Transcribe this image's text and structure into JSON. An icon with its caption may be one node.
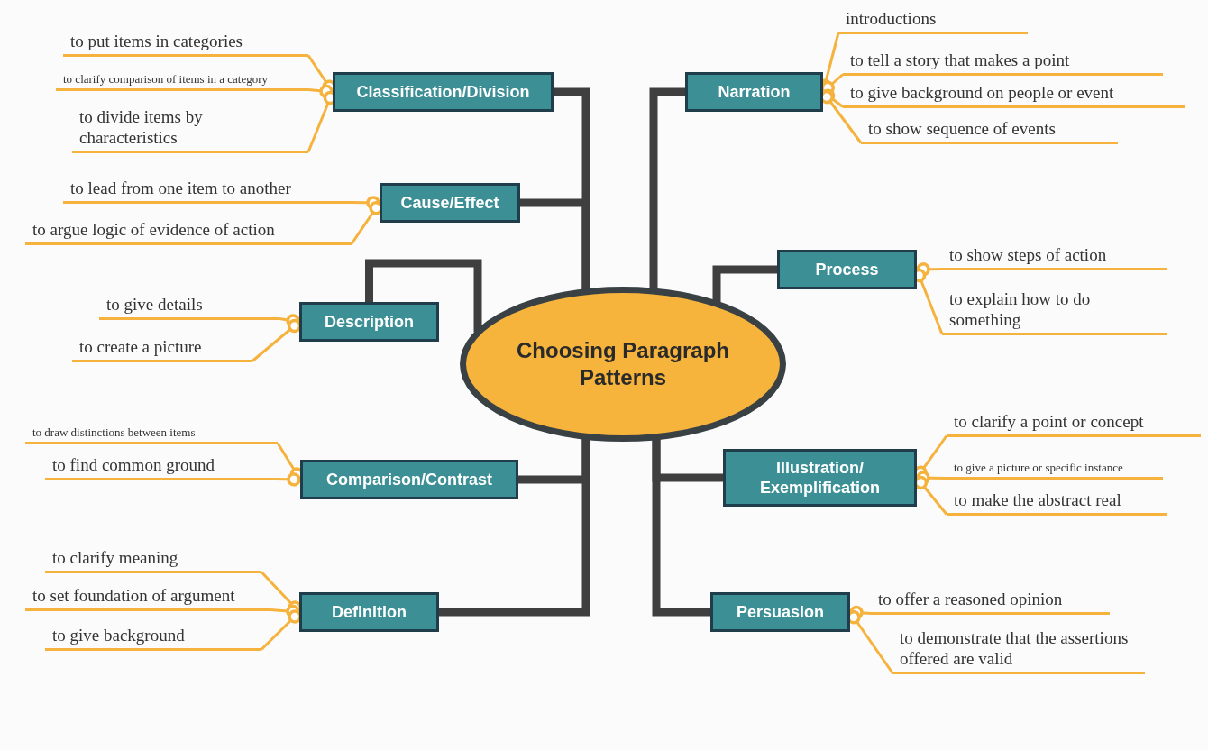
{
  "diagram": {
    "nodes": [
      {
        "text": [
          "Choosing Paragraph Patterns"
        ]
      },
      {
        "text": [
          "Classification/Division"
        ]
      },
      {
        "text": [
          "to put items in categories"
        ]
      },
      {
        "text": [
          "to clarify comparison of items in a category"
        ]
      },
      {
        "text": [
          "to divide items by characteristics"
        ]
      },
      {
        "text": [
          "Narration"
        ]
      },
      {
        "text": [
          "introductions"
        ]
      },
      {
        "text": [
          "to tell a story that makes a point"
        ]
      },
      {
        "text": [
          "to give background on people or event"
        ]
      },
      {
        "text": [
          "to show sequence of events"
        ]
      },
      {
        "text": [
          "Cause/Effect"
        ]
      },
      {
        "text": [
          "to lead from one item to another"
        ]
      },
      {
        "text": [
          "to argue logic of evidence of action"
        ]
      },
      {
        "text": [
          "Process"
        ]
      },
      {
        "text": [
          "to show steps of action"
        ]
      },
      {
        "text": [
          "to explain how to do something"
        ]
      },
      {
        "text": [
          "Description"
        ]
      },
      {
        "text": [
          "to give details"
        ]
      },
      {
        "text": [
          "to create a picture"
        ]
      },
      {
        "text": [
          "Comparison/Contrast"
        ]
      },
      {
        "text": [
          "to draw distinctions between items"
        ]
      },
      {
        "text": [
          "to find common ground"
        ]
      },
      {
        "text": [
          "Illustration/ Exemplification"
        ]
      },
      {
        "text": [
          "to clarify a point or concept"
        ]
      },
      {
        "text": [
          "to give a picture or specific instance"
        ]
      },
      {
        "text": [
          "to make the abstract real"
        ]
      },
      {
        "text": [
          "Definition"
        ]
      },
      {
        "text": [
          "to clarify meaning"
        ]
      },
      {
        "text": [
          "to set foundation of argument"
        ]
      },
      {
        "text": [
          "to give background"
        ]
      },
      {
        "text": [
          "Persuasion"
        ]
      },
      {
        "text": [
          "to offer a reasoned opinion"
        ]
      },
      {
        "text": [
          "to demonstrate that the assertions offered are valid"
        ]
      }
    ],
    "edges": [
      {
        "from": 0,
        "to": 1,
        "arrow": "none",
        "style": "thick",
        "color": "#3f3f3f"
      },
      {
        "from": 0,
        "to": 5,
        "arrow": "none",
        "style": "thick",
        "color": "#3f3f3f"
      },
      {
        "from": 0,
        "to": 10,
        "arrow": "none",
        "style": "thick",
        "color": "#3f3f3f"
      },
      {
        "from": 0,
        "to": 13,
        "arrow": "none",
        "style": "thick",
        "color": "#3f3f3f"
      },
      {
        "from": 0,
        "to": 16,
        "arrow": "none",
        "style": "thick",
        "color": "#3f3f3f"
      },
      {
        "from": 0,
        "to": 19,
        "arrow": "none",
        "style": "thick",
        "color": "#3f3f3f"
      },
      {
        "from": 0,
        "to": 22,
        "arrow": "none",
        "style": "thick",
        "color": "#3f3f3f"
      },
      {
        "from": 0,
        "to": 26,
        "arrow": "none",
        "style": "thick",
        "color": "#3f3f3f"
      },
      {
        "from": 0,
        "to": 30,
        "arrow": "none",
        "style": "thick",
        "color": "#3f3f3f"
      },
      {
        "from": 1,
        "to": 2,
        "arrow": "other"
      },
      {
        "from": 1,
        "to": 3,
        "arrow": "other"
      },
      {
        "from": 1,
        "to": 4,
        "arrow": "other"
      },
      {
        "from": 5,
        "to": 6,
        "arrow": "other"
      },
      {
        "from": 5,
        "to": 7,
        "arrow": "other"
      },
      {
        "from": 5,
        "to": 8,
        "arrow": "other"
      },
      {
        "from": 5,
        "to": 9,
        "arrow": "other"
      },
      {
        "from": 10,
        "to": 11,
        "arrow": "other"
      },
      {
        "from": 10,
        "to": 12,
        "arrow": "other"
      },
      {
        "from": 13,
        "to": 14,
        "arrow": "other"
      },
      {
        "from": 13,
        "to": 15,
        "arrow": "other"
      },
      {
        "from": 16,
        "to": 17,
        "arrow": "other"
      },
      {
        "from": 16,
        "to": 18,
        "arrow": "other"
      },
      {
        "from": 19,
        "to": 20,
        "arrow": "other"
      },
      {
        "from": 19,
        "to": 21,
        "arrow": "other"
      },
      {
        "from": 22,
        "to": 23,
        "arrow": "other"
      },
      {
        "from": 22,
        "to": 24,
        "arrow": "other"
      },
      {
        "from": 22,
        "to": 25,
        "arrow": "other"
      },
      {
        "from": 26,
        "to": 27,
        "arrow": "other"
      },
      {
        "from": 26,
        "to": 28,
        "arrow": "other"
      },
      {
        "from": 26,
        "to": 29,
        "arrow": "other"
      },
      {
        "from": 30,
        "to": 31,
        "arrow": "other"
      },
      {
        "from": 30,
        "to": 32,
        "arrow": "other"
      }
    ]
  }
}
